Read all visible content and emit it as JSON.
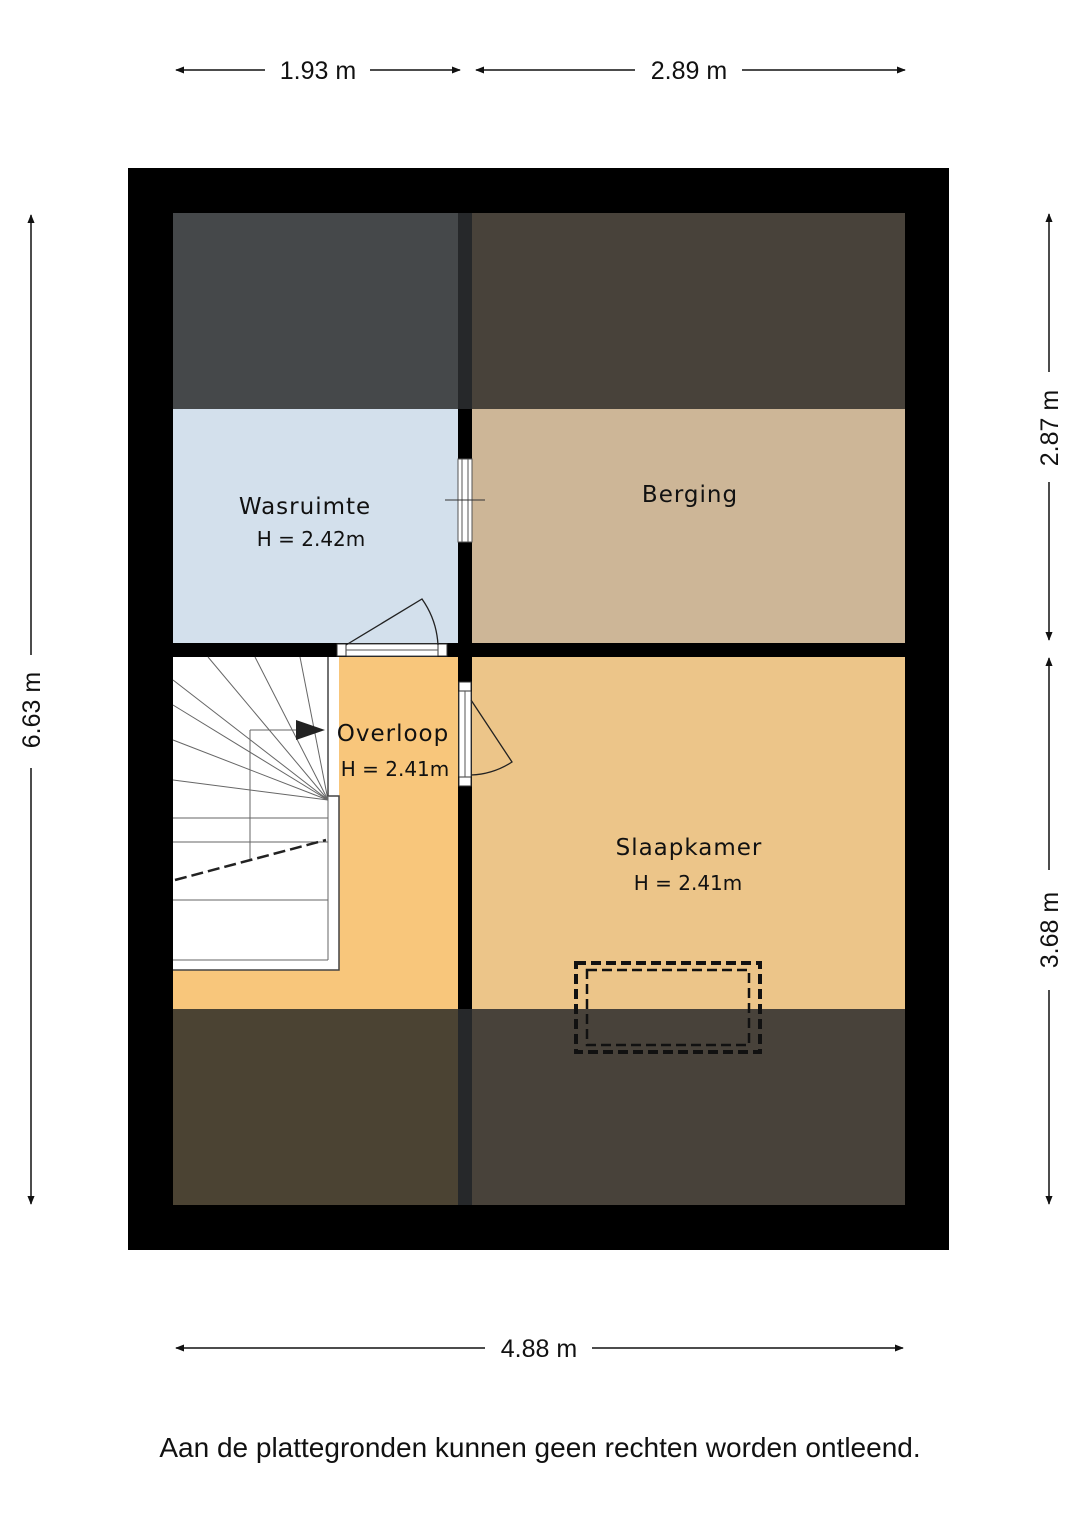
{
  "dimensions": {
    "top_left": "1.93 m",
    "top_right": "2.89 m",
    "bottom": "4.88 m",
    "left": "6.63 m",
    "right_top": "2.87 m",
    "right_bottom": "3.68 m"
  },
  "rooms": {
    "wasruimte": {
      "name": "Wasruimte",
      "height": "H = 2.42m"
    },
    "berging": {
      "name": "Berging"
    },
    "overloop": {
      "name": "Overloop",
      "height": "H = 2.41m"
    },
    "slaapkamer": {
      "name": "Slaapkamer",
      "height": "H = 2.41m"
    }
  },
  "colors": {
    "wall": "#000000",
    "wasruimte": "#d3e0ec",
    "berging": "#cdb697",
    "overloop": "#f8c67b",
    "slaapkamer": "#ecc589",
    "low_ceiling_blue": "#45484a",
    "low_ceiling_brown": "#48423a",
    "low_ceiling_overloop": "#4b4333"
  },
  "footer": {
    "disclaimer": "Aan de plattegronden kunnen geen rechten worden ontleend."
  }
}
